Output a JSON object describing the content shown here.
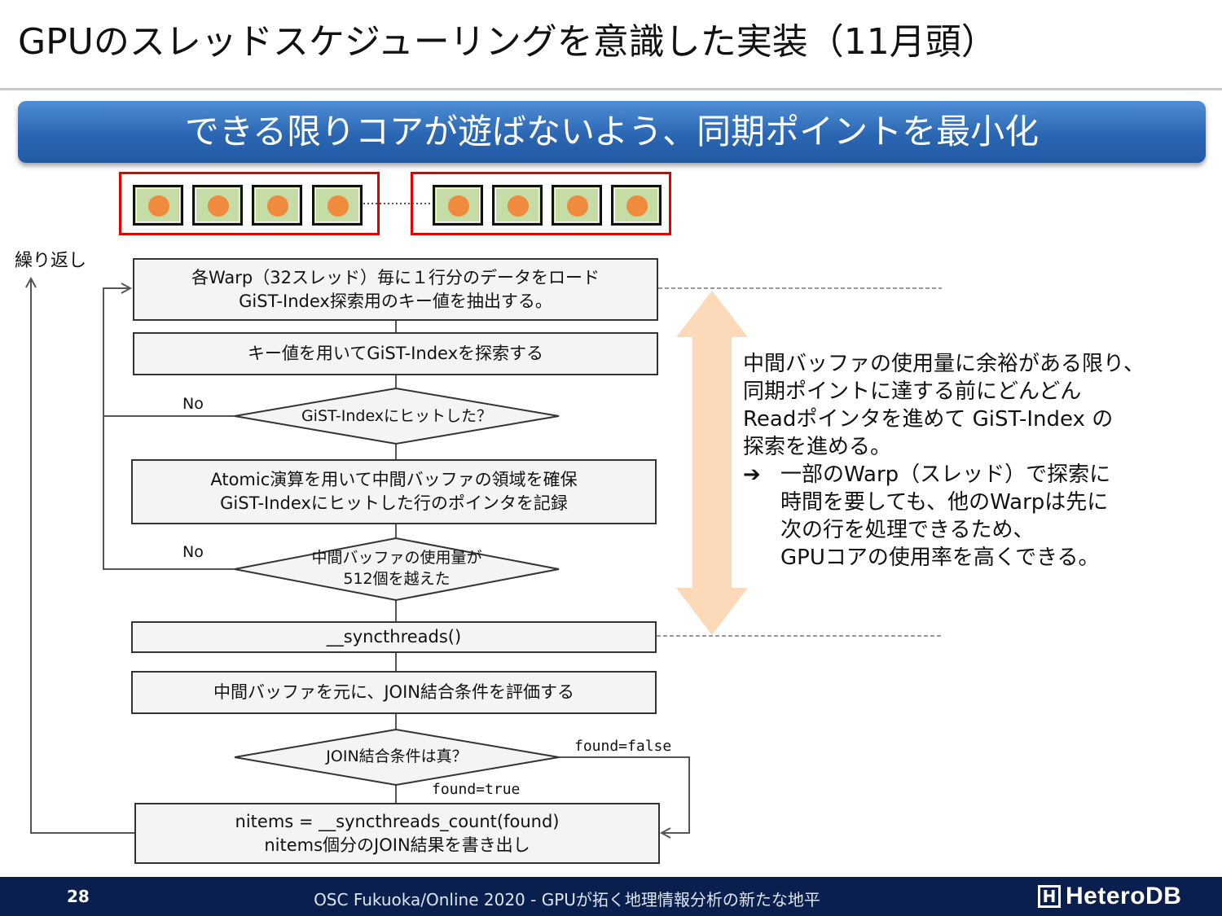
{
  "slide": {
    "title": "GPUのスレッドスケジューリングを意識した実装（11月頭）",
    "banner": "できる限りコアが遊ばないよう、同期ポイントを最小化"
  },
  "warps": [
    {
      "threads": 4
    },
    {
      "threads": 4
    }
  ],
  "flowchart": {
    "repeat_label": "繰り返し",
    "step1": {
      "line1": "各Warp（32スレッド）毎に１行分のデータをロード",
      "line2": "GiST-Index探索用のキー値を抽出する。"
    },
    "step2": "キー値を用いてGiST-Indexを探索する",
    "decision1": "GiST-Indexにヒットした？",
    "decision1_no": "No",
    "step3": {
      "line1": "Atomic演算を用いて中間バッファの領域を確保",
      "line2": "GiST-Indexにヒットした行のポインタを記録"
    },
    "decision2": {
      "line1": "中間バッファの使用量が",
      "line2": "512個を越えた"
    },
    "decision2_no": "No",
    "step4": "__syncthreads()",
    "step5": "中間バッファを元に、JOIN結合条件を評価する",
    "decision3": "JOIN結合条件は真？",
    "decision3_false": "found=false",
    "decision3_true": "found=true",
    "step6": {
      "line1": "nitems = __syncthreads_count(found)",
      "line2": "nitems個分のJOIN結果を書き出し"
    }
  },
  "note": {
    "line1": "中間バッファの使用量に余裕がある限り、",
    "line2": "同期ポイントに達する前にどんどん",
    "line3": "Readポインタを進めて GiST-Index の",
    "line4": "探索を進める。",
    "bullet_symbol": "➔",
    "bullet_line1": "一部のWarp（スレッド）で探索に",
    "bullet_line2": "時間を要しても、他のWarpは先に",
    "bullet_line3": "次の行を処理できるため、",
    "bullet_line4": "GPUコアの使用率を高くできる。"
  },
  "footer": {
    "page_number": "28",
    "text": "OSC Fukuoka/Online 2020 - GPUが拓く地理情報分析の新たな地平",
    "logo_mark": "H",
    "logo_text": "HeteroDB"
  },
  "colors": {
    "banner": "#2b66b2",
    "warp_border": "#e00000",
    "thread_fill": "#c5dca6",
    "thread_dot": "#f08a3c",
    "span_arrow": "#fcd9b8",
    "footer_bg": "#0b1f4e"
  }
}
